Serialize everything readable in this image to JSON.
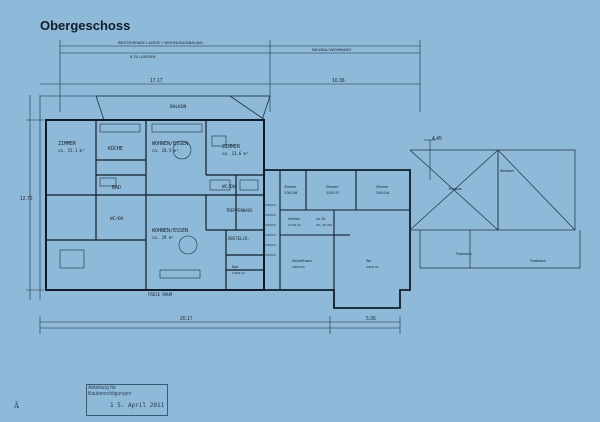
{
  "title": "Obergeschoss",
  "top_labels": {
    "existing": "BESTEHENDE LAGER + WOHNUNGSBAU(M)",
    "new": "NEUBAU WOHNUNG",
    "inner": "8.76 LANGEN"
  },
  "dims": {
    "top_left": "17.17",
    "top_right": "10.36",
    "left_side": "12.72",
    "right_side": "4.45",
    "bottom_left": "20.17",
    "bottom_right": "5.36"
  },
  "rooms": {
    "balkon_top": "BALKON",
    "zimmer1": "ZIMMER",
    "zimmer1_area": "ca. 15.1 m²",
    "kueche1": "KÜCHE",
    "wohnen1": "WOHNEN/ESSEN",
    "wohnen1_area": "ca. 28.5 m²",
    "zimmer2": "ZIMMER",
    "zimmer2_area": "ca. 13.6 m²",
    "bad": "BAD",
    "wc_dusch": "WC/DU",
    "wc_bad": "WC/BA",
    "treppe": "TREPPENHAUS",
    "abstellr": "ABSTELLR.",
    "wohnen2": "WOHNEN/ESSEN",
    "wohnen2_area": "ca. 29 m²",
    "freie_raum": "FREIE RAUM",
    "z1": "Zimmer",
    "z1_area": "3.00/3.68",
    "z2": "Zimmer",
    "z2_area": "3.00/3.07",
    "z3": "Zimmer",
    "z3_area": "3.50/4.46",
    "flur": "Korridor",
    "flur_area": "3.74/1.32",
    "gesamt": "ca. 34",
    "gesamt2": "GK, OK WC",
    "bad2": "Bad",
    "bad2_area": "2.00/3.10",
    "kueche2": "Küche/Essen",
    "kueche2_area": "3.85/3.53",
    "wohnen3": "Wo",
    "wohnen3_area": "4.80/4.02",
    "terrasse": "Terrasse",
    "dachfl1": "Steildach",
    "flachdach1": "Flachdach",
    "flachdach2": "Flachdach"
  },
  "stamp": {
    "line1": "Abteilung für",
    "line2": "Bauberechtigungen",
    "date": "1 5. April 2011"
  },
  "seal_text": "Ä"
}
